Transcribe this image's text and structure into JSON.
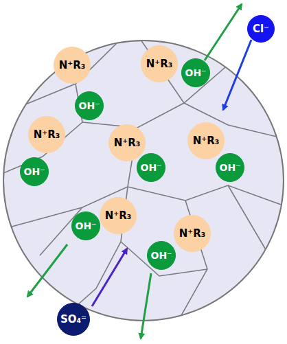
{
  "diagram": {
    "nodes": [
      {
        "text": [
          "Cl⁻"
        ]
      },
      {
        "text": [
          "N⁺R₃"
        ]
      },
      {
        "text": [
          "N⁺R₃"
        ]
      },
      {
        "text": [
          "OH⁻"
        ]
      },
      {
        "text": [
          "OH⁻"
        ]
      },
      {
        "text": [
          "N⁺R₃"
        ]
      },
      {
        "text": [
          "N⁺R₃"
        ]
      },
      {
        "text": [
          "N⁺R₃"
        ]
      },
      {
        "text": [
          "OH⁻"
        ]
      },
      {
        "text": [
          "OH⁻"
        ]
      },
      {
        "text": [
          "OH⁻"
        ]
      },
      {
        "text": [
          "N⁺R₃"
        ]
      },
      {
        "text": [
          "OH⁻"
        ]
      },
      {
        "text": [
          "N⁺R₃"
        ]
      },
      {
        "text": [
          "OH⁻"
        ]
      },
      {
        "text": [
          "SO₄⁼"
        ]
      }
    ]
  }
}
